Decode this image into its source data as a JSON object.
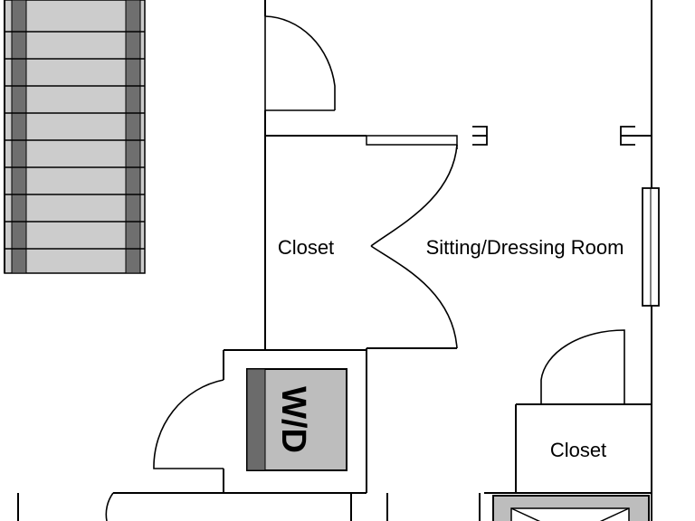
{
  "rooms": {
    "closet_left": "Closet",
    "sitting_dressing": "Sitting/Dressing Room",
    "closet_right": "Closet"
  },
  "appliance": {
    "washer_dryer": "W/D"
  },
  "colors": {
    "wall": "#000000",
    "stair_rail": "#6f6f6f",
    "stair_tread": "#cccccc",
    "appliance_fill": "#bdbdbd",
    "appliance_panel": "#6b6b6b",
    "background": "#ffffff"
  }
}
